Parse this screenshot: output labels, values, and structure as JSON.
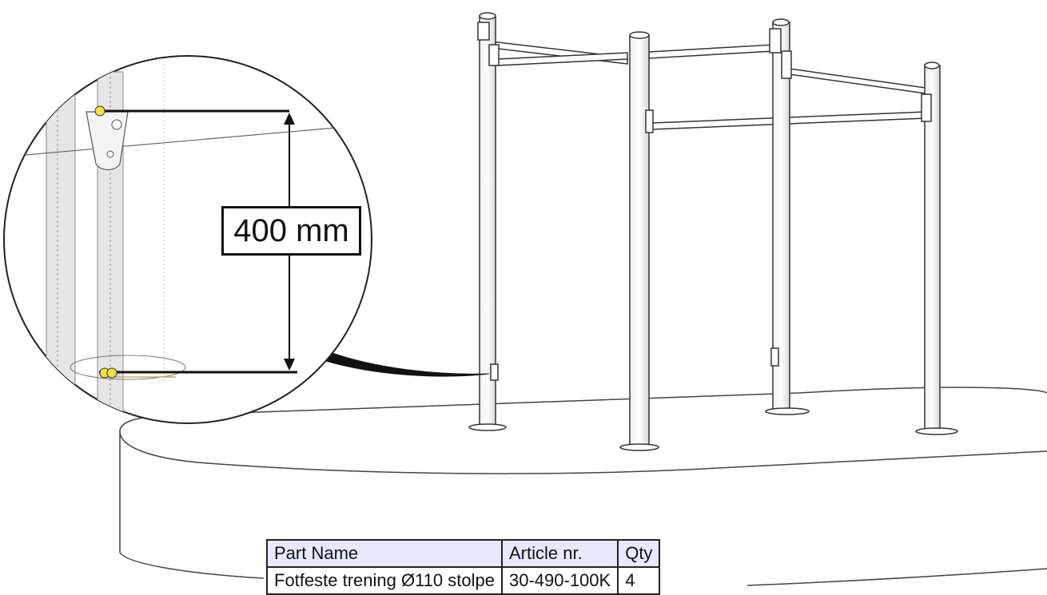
{
  "dimension": {
    "label": "400 mm"
  },
  "parts_table": {
    "headers": [
      "Part Name",
      "Article nr.",
      "Qty"
    ],
    "rows": [
      [
        "Fotfeste trening Ø110 stolpe",
        "30-490-100K",
        "4"
      ]
    ]
  },
  "colors": {
    "line": "#222222",
    "marker": "#f4e04a",
    "header_bg": "#e8e8ff"
  }
}
